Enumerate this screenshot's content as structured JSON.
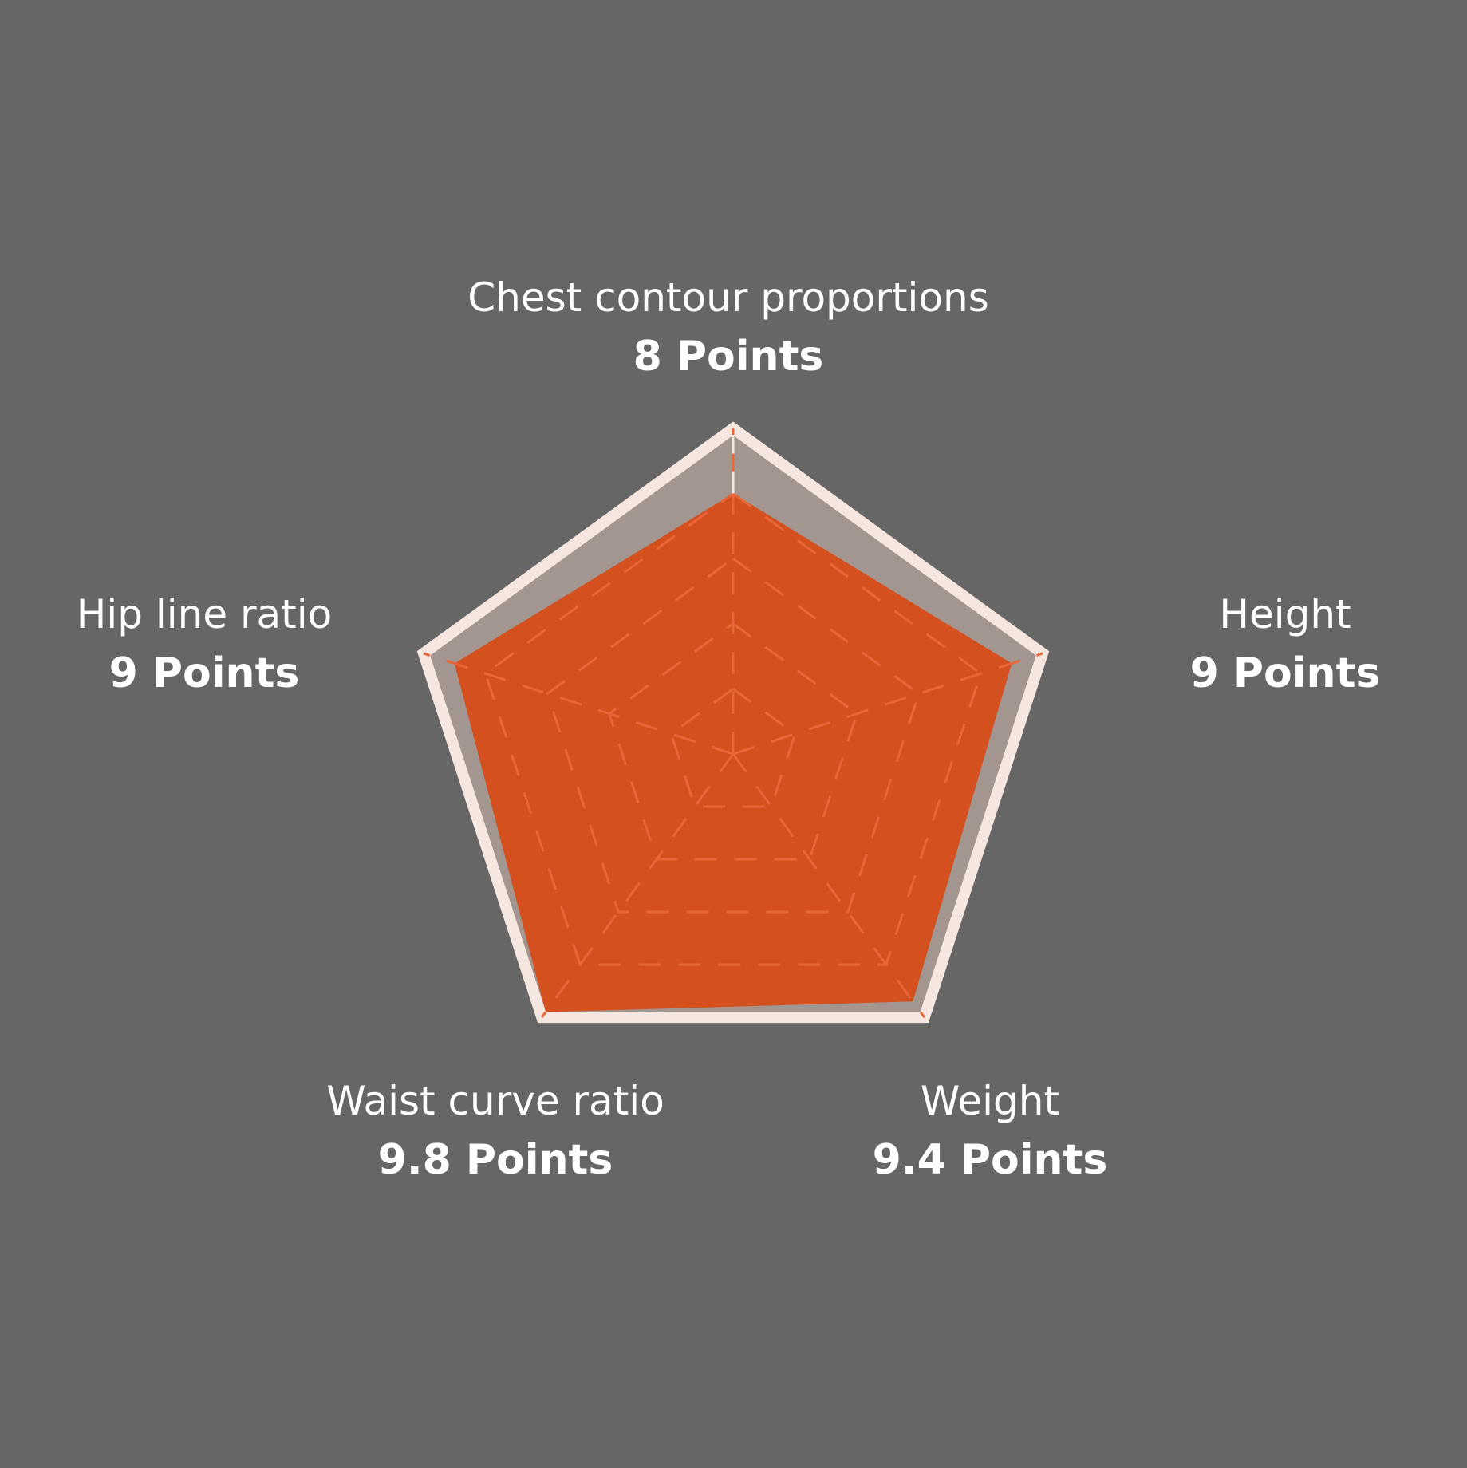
{
  "chart_data": {
    "type": "radar",
    "max": 10,
    "levels": 5,
    "axes": [
      {
        "name": "Chest contour proportions",
        "value": 8,
        "value_label": "8 Points"
      },
      {
        "name": "Height",
        "value": 9,
        "value_label": "9 Points"
      },
      {
        "name": "Weight",
        "value": 9.4,
        "value_label": "9.4 Points"
      },
      {
        "name": "Waist curve ratio",
        "value": 9.8,
        "value_label": "9.8 Points"
      },
      {
        "name": "Hip line ratio",
        "value": 9,
        "value_label": "9 Points"
      }
    ],
    "colors": {
      "background": "#666666",
      "outline": "#f5e6e0",
      "outer_fill": "#a39590",
      "data_fill": "#d4501e",
      "grid_dash": "#e8673a",
      "axis_dash_outer": "#f5e6e0"
    }
  }
}
